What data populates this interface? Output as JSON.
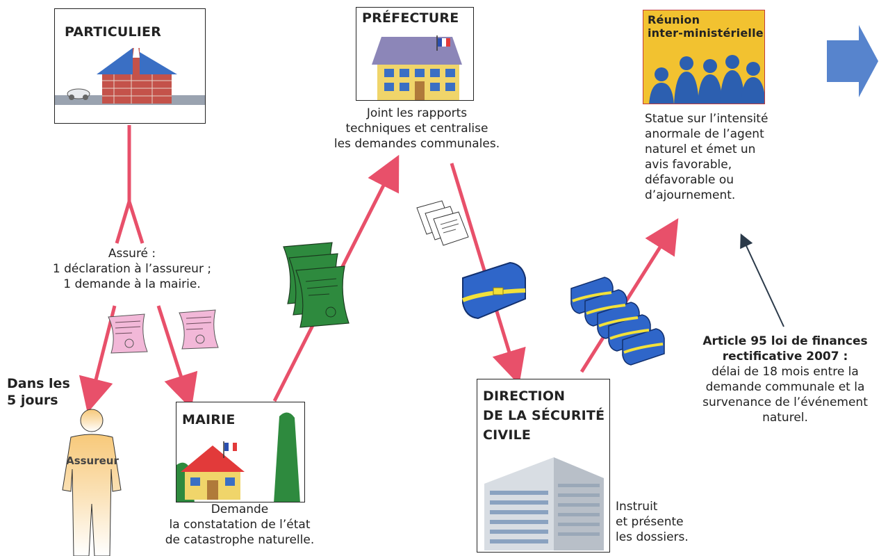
{
  "nodes": {
    "particulier": {
      "title": "PARTICULIER"
    },
    "prefecture": {
      "title": "PRÉFECTURE",
      "text": [
        "Joint les rapports",
        "techniques et centralise",
        "les demandes communales."
      ]
    },
    "reunion": {
      "title": [
        "Réunion",
        "inter-ministérielle"
      ],
      "text": [
        "Statue sur l’intensité",
        "anormale de l’agent",
        "naturel et émet un",
        "avis favorable,",
        "défavorable ou",
        "d’ajournement."
      ]
    },
    "assure": {
      "text": [
        "Assuré :",
        "1 déclaration à l’assureur ;",
        "1 demande à la mairie."
      ]
    },
    "delai": {
      "text": [
        "Dans les",
        "5 jours"
      ]
    },
    "assureur": {
      "label": "Assureur"
    },
    "mairie": {
      "title": "MAIRIE",
      "text": [
        "Demande",
        "la constatation de l’état",
        "de catastrophe naturelle."
      ]
    },
    "dsc": {
      "title": [
        "DIRECTION",
        "DE LA SÉCURITÉ",
        "CIVILE"
      ],
      "text": [
        "Instruit",
        "et présente",
        "les dossiers."
      ]
    },
    "article": {
      "heading": [
        "Article 95 loi de finances",
        "rectificative 2007 :"
      ],
      "text": [
        "délai de 18 mois entre la",
        "demande communale et la",
        "survenance de l’événement",
        "naturel."
      ]
    }
  },
  "colors": {
    "arrow": "#e8506a",
    "roof_blue": "#3a6fc4",
    "brick": "#c4524a",
    "folder_blue": "#2f66c9",
    "folder_strap": "#f2e13a",
    "doc_green": "#2e8a3e",
    "doc_pink": "#f2b8d8",
    "meeting_bg": "#f2c230",
    "people_blue": "#2c5fb0",
    "building_yellow": "#f0d56a",
    "big_arrow_blue": "#3a6fc4"
  },
  "icons": [
    "house-icon",
    "prefecture-building-icon",
    "meeting-people-icon",
    "person-silhouette-icon",
    "town-hall-icon",
    "office-building-icon",
    "folder-icon",
    "document-icon",
    "big-arrow-icon"
  ]
}
